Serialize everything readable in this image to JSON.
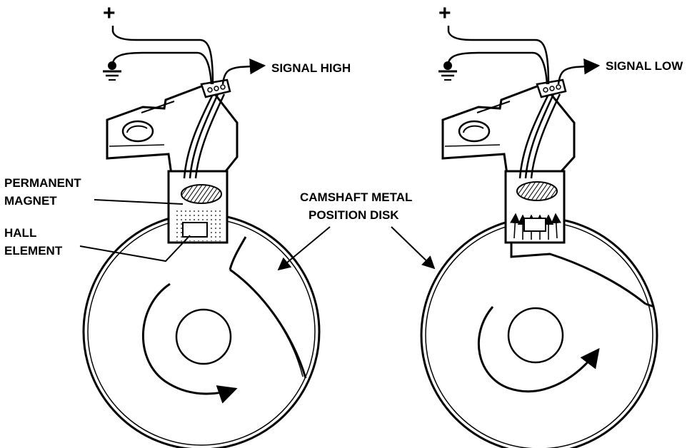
{
  "diagram": {
    "left": {
      "power": "+",
      "signal": "SIGNAL HIGH",
      "magnet_label": [
        "PERMANENT",
        "MAGNET"
      ],
      "hall_label": [
        "HALL",
        "ELEMENT"
      ]
    },
    "right": {
      "power": "+",
      "signal": "SIGNAL LOW"
    },
    "disk_label": [
      "CAMSHAFT METAL",
      "POSITION DISK"
    ]
  }
}
